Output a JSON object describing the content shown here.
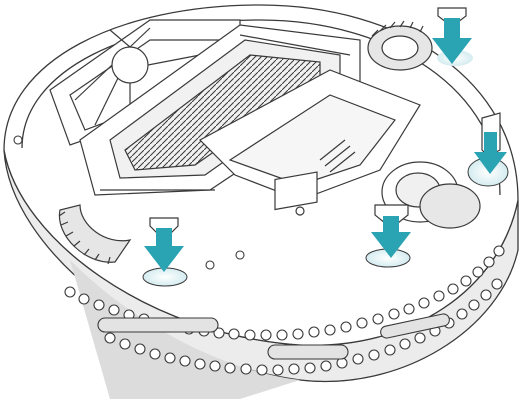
{
  "illustration": {
    "subject": "robot-vacuum-underside",
    "colors": {
      "background": "#ffffff",
      "outline": "#3a3a3a",
      "shade_light": "#e9e9e9",
      "shade_mid": "#d6d6d6",
      "shade_dark": "#bdbdbd",
      "accent_arrow": "#2aa3b3",
      "accent_arrow_light": "#7dd3dd",
      "highlight_glow": "#cfe9ee"
    },
    "callouts": [
      {
        "icon": "down-arrow-icon",
        "target": "cliff-sensor-top-right"
      },
      {
        "icon": "down-arrow-icon",
        "target": "cliff-sensor-right"
      },
      {
        "icon": "down-arrow-icon",
        "target": "cliff-sensor-center"
      },
      {
        "icon": "down-arrow-icon",
        "target": "cliff-sensor-left"
      }
    ]
  }
}
